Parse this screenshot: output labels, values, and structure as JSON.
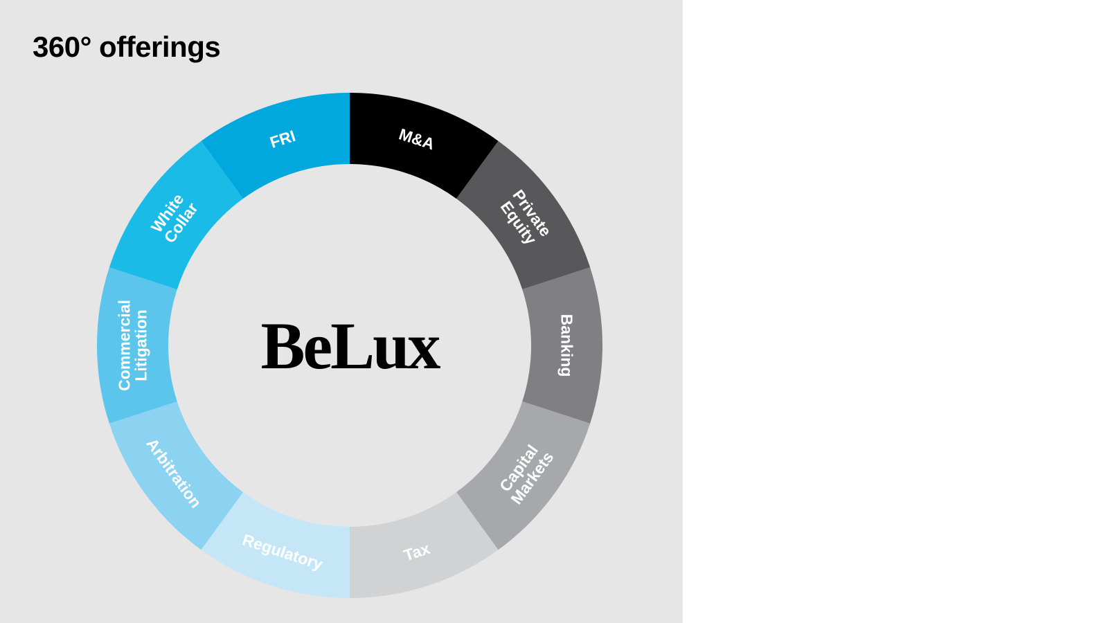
{
  "title": "360° offerings",
  "center_label": "BeLux",
  "background_color": "#e6e6e6",
  "segments": [
    {
      "lines": [
        "M&A"
      ],
      "color": "#000000"
    },
    {
      "lines": [
        "Private",
        "Equity"
      ],
      "color": "#58585a"
    },
    {
      "lines": [
        "Banking"
      ],
      "color": "#808084"
    },
    {
      "lines": [
        "Capital",
        "Markets"
      ],
      "color": "#a7a8ab"
    },
    {
      "lines": [
        "Tax"
      ],
      "color": "#d1d2d4"
    },
    {
      "lines": [
        "Regulatory"
      ],
      "color": "#c5e6f7"
    },
    {
      "lines": [
        "Arbitration"
      ],
      "color": "#8bd3f0"
    },
    {
      "lines": [
        "Commercial",
        "Litigation"
      ],
      "color": "#5bc5ec"
    },
    {
      "lines": [
        "White",
        "Collar"
      ],
      "color": "#1abbe6"
    },
    {
      "lines": [
        "FRI"
      ],
      "color": "#00a8de"
    }
  ]
}
